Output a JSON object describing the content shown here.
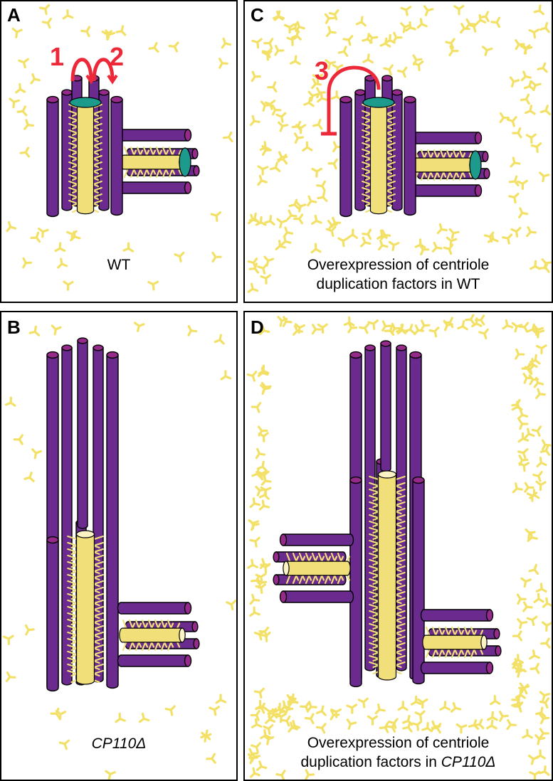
{
  "panels": [
    {
      "id": "A",
      "letter": "A",
      "caption": "WT"
    },
    {
      "id": "B",
      "letter": "B",
      "caption_italic": "CP110Δ"
    },
    {
      "id": "C",
      "letter": "C",
      "caption_line1": "Overexpression of centriole",
      "caption_line2": "duplication factors in WT"
    },
    {
      "id": "D",
      "letter": "D",
      "caption_line1": "Overexpression of centriole",
      "caption_line2_prefix": "duplication factors in ",
      "caption_line2_italic": "CP110Δ"
    }
  ],
  "annotations": {
    "arrow_1": "1",
    "arrow_2": "2",
    "inhibition_3": "3"
  },
  "colors": {
    "microtubule": "#6a2a8e",
    "microtubule_cap": "#962a8a",
    "cartwheel": "#f1e07a",
    "cartwheel_cap": "#fbf3c4",
    "cp110_cap": "#1c9a8c",
    "factor": "#f3e066",
    "annotation": "#ed2939"
  }
}
